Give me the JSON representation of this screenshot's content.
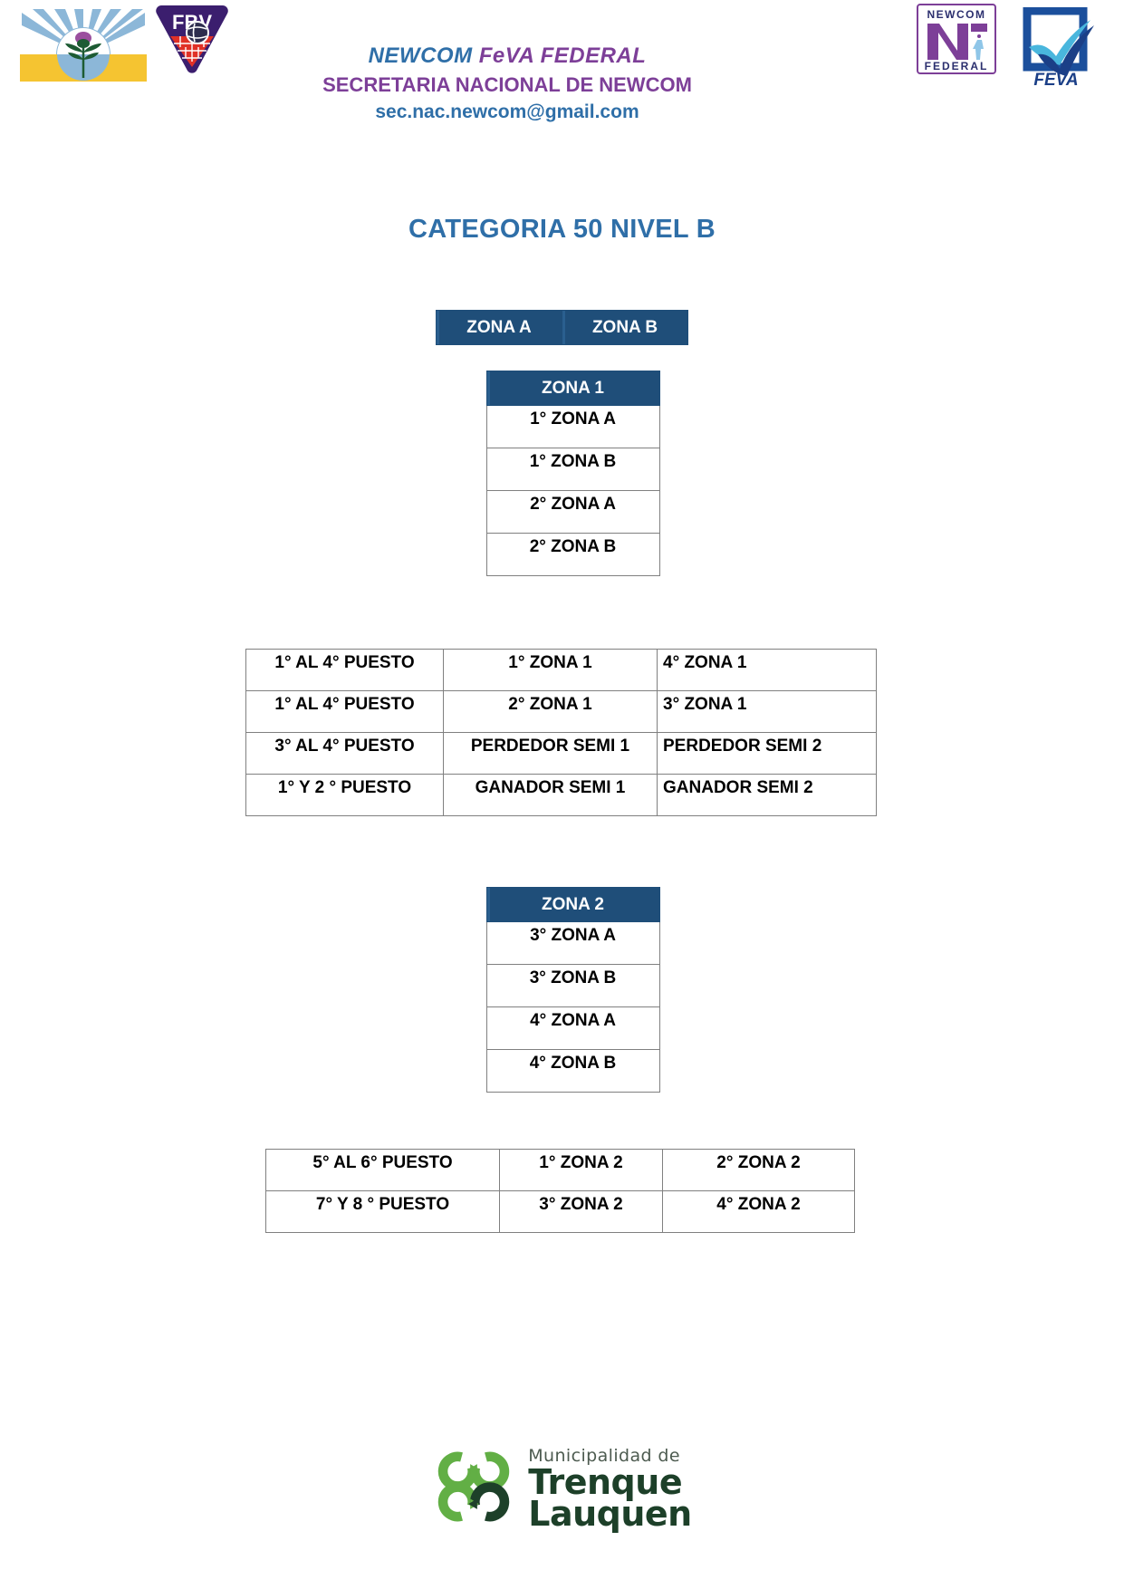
{
  "header": {
    "org_line_part1": "NEWCOM ",
    "org_line_part2": "FeVA FEDERAL",
    "secretaria": "SECRETARIA NACIONAL DE NEWCOM",
    "email": "sec.nac.newcom@gmail.com",
    "logos": {
      "trenque_flag": "trenque-lauquen-flag-logo",
      "fbv": "FBV",
      "newcom_federal_top": "NEWCOM",
      "newcom_federal_bottom": "FEDERAL",
      "feva": "FEVA"
    }
  },
  "title": "CATEGORIA 50 NIVEL B",
  "zona_bar": {
    "zona_a": "ZONA  A",
    "zona_b": "ZONA B"
  },
  "zona1": {
    "header": "ZONA 1",
    "items": [
      "1° ZONA A",
      "1° ZONA B",
      "2° ZONA A",
      "2° ZONA B"
    ]
  },
  "results1": {
    "rows": [
      {
        "place": "1° AL 4° PUESTO",
        "left": "1° ZONA 1",
        "right": "4° ZONA 1"
      },
      {
        "place": "1° AL 4° PUESTO",
        "left": "2° ZONA 1",
        "right": "3° ZONA 1"
      },
      {
        "place": "3° AL 4° PUESTO",
        "left": "PERDEDOR SEMI 1",
        "right": "PERDEDOR SEMI 2"
      },
      {
        "place": "1° Y 2 ° PUESTO",
        "left": "GANADOR SEMI 1",
        "right": "GANADOR SEMI 2"
      }
    ]
  },
  "zona2": {
    "header": "ZONA 2",
    "items": [
      "3° ZONA A",
      "3° ZONA B",
      "4° ZONA A",
      "4° ZONA B"
    ]
  },
  "results2": {
    "rows": [
      {
        "place": "5° AL 6° PUESTO",
        "left": "1° ZONA 2",
        "right": "2° ZONA 2"
      },
      {
        "place": "7° Y 8 ° PUESTO",
        "left": "3° ZONA 2",
        "right": "4° ZONA 2"
      }
    ]
  },
  "footer": {
    "muni_top": "Municipalidad de",
    "muni_line1": "Trenque",
    "muni_line2": "Lauquen"
  },
  "colors": {
    "header_blue": "#1f4e79",
    "title_blue": "#2f6fa8",
    "purple": "#7d3f98",
    "green_light": "#62af45",
    "green_dark": "#1d4029"
  }
}
